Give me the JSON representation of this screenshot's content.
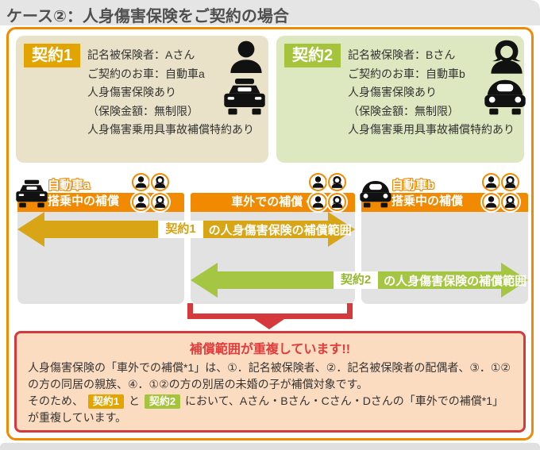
{
  "page": {
    "title": "ケース②：人身傷害保険をご契約の場合"
  },
  "colors": {
    "orange": "#f18a00",
    "gold": "#e2a400",
    "green": "#a5c43c",
    "red": "#d6393c",
    "card1_bg": "#e9e2c8",
    "card2_bg": "#dde7c0",
    "zone_bg": "#e2e2e2",
    "notice_bg": "#fcdcc1"
  },
  "icons": {
    "contract1_person": "man-icon",
    "contract1_vehicle": "car-front-boxy-icon",
    "contract2_person": "woman-icon",
    "contract2_vehicle": "car-front-round-icon",
    "avatars": "person-circle-icon"
  },
  "contracts": [
    {
      "badge": "契約1",
      "lines": [
        "記名被保険者：Aさん",
        "ご契約のお車：自動車a",
        "人身傷害保険あり",
        "（保険金額：無制限）",
        "人身傷害乗用具事故補償特約あり"
      ]
    },
    {
      "badge": "契約2",
      "lines": [
        "記名被保険者：Bさん",
        "ご契約のお車：自動車b",
        "人身傷害保険あり",
        "（保険金額：無制限）",
        "人身傷害乗用具事故補償特約あり"
      ]
    }
  ],
  "diagram": {
    "zones": [
      {
        "line1": "自動車a",
        "line2": "搭乗中の補償"
      },
      {
        "title": "車外での補償",
        "note": "*1"
      },
      {
        "line1": "自動車b",
        "line2": "搭乗中の補償"
      }
    ],
    "arrows": [
      {
        "badge": "契約1",
        "label": "の人身傷害保険の補償範囲"
      },
      {
        "badge": "契約2",
        "label": "の人身傷害保険の補償範囲"
      }
    ]
  },
  "notice": {
    "title": "補償範囲が重複しています!!",
    "para1": "人身傷害保険の「車外での補償*1」は、①．記名被保険者、②．記名被保険者の配偶者、③．①②の方の同居の親族、④．①②の方の別居の未婚の子が補償対象です。",
    "para2_pre": "そのため、",
    "para2_badge1": "契約1",
    "para2_mid": " と ",
    "para2_badge2": "契約2",
    "para2_post": " において、Aさん・Bさん・Cさん・Dさんの「車外での補償*1」が重複しています。"
  }
}
